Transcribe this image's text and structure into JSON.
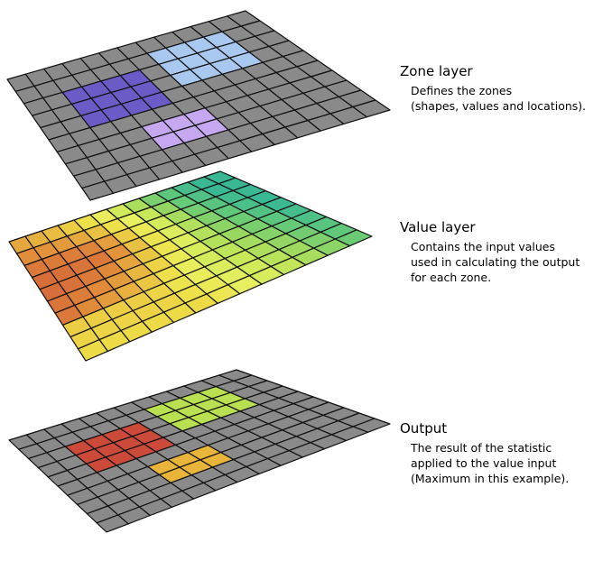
{
  "layers": [
    {
      "key": "zone",
      "title": "Zone layer",
      "description": "Defines the zones\n(shapes, values and locations).",
      "base_color": "#8a8a8a",
      "zones": [
        {
          "name": "zone-purple",
          "color": "#6a5bc7",
          "rows": [
            2,
            4
          ],
          "cols": [
            2,
            5
          ]
        },
        {
          "name": "zone-lavender",
          "color": "#c5a8f0",
          "rows": [
            6,
            7
          ],
          "cols": [
            4,
            6
          ]
        },
        {
          "name": "zone-light-blue",
          "color": "#a8c8f0",
          "rows": [
            1,
            3
          ],
          "cols": [
            7,
            10
          ]
        }
      ]
    },
    {
      "key": "value",
      "title": "Value layer",
      "description": "Contains the input values\nused in calculating the output\nfor each zone.",
      "palette": [
        "#d05a3a",
        "#e0893a",
        "#e8b840",
        "#eedf48",
        "#e8f060",
        "#c8e858",
        "#98d860",
        "#60c87a",
        "#3ab894"
      ]
    },
    {
      "key": "output",
      "title": "Output",
      "description": "The result of the statistic\napplied to the value input\n(Maximum in this example).",
      "base_color": "#8a8a8a",
      "zones": [
        {
          "name": "output-red",
          "color": "#cc4a3a",
          "rows": [
            2,
            4
          ],
          "cols": [
            2,
            5
          ]
        },
        {
          "name": "output-orange",
          "color": "#e8b43a",
          "rows": [
            6,
            7
          ],
          "cols": [
            4,
            6
          ]
        },
        {
          "name": "output-green",
          "color": "#b8e050",
          "rows": [
            1,
            3
          ],
          "cols": [
            7,
            10
          ]
        }
      ]
    }
  ],
  "grid": {
    "rows": 10,
    "cols": 13
  },
  "colors": {
    "grid_line": "#111111",
    "background": "#ffffff"
  }
}
